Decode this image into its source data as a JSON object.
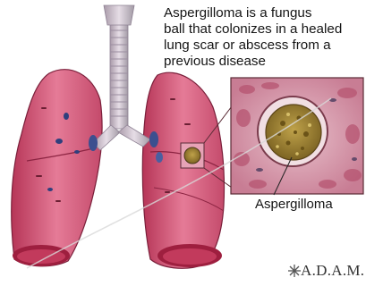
{
  "caption": {
    "lines": [
      "Aspergilloma is a fungus",
      "ball that colonizes in a healed",
      "lung scar or abscess from a",
      "previous disease"
    ]
  },
  "callout": {
    "label": "Aspergilloma"
  },
  "logo": {
    "text": "A.D.A.M."
  },
  "colors": {
    "lung_pink": "#e0688a",
    "lung_dark": "#8a1f3c",
    "trachea": "#c9b8c8",
    "fungus": "#a5882e",
    "inset_bg": "#d9a9b7"
  },
  "icons": [
    "adam-logo-icon"
  ]
}
